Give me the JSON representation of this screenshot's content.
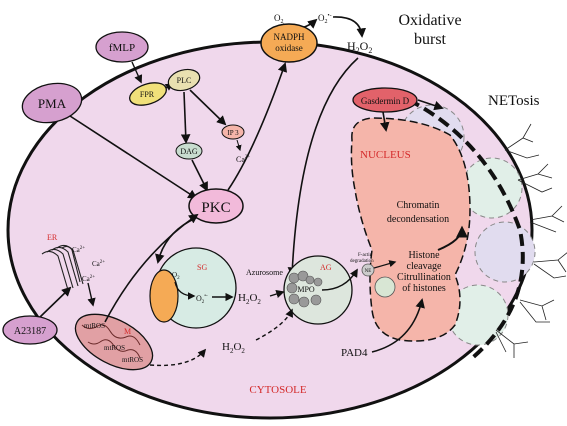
{
  "labels": {
    "o2_top": "O",
    "o2_top_sub": "2",
    "o2_rad": "O",
    "o2_rad_sub": "2",
    "o2_rad_sup": "•-",
    "nadph_line1": "NADPH",
    "nadph_line2": "oxidase",
    "h2o2_top": "H",
    "h2o2_top_sub1": "2",
    "h2o2_top_o": "O",
    "h2o2_top_sub2": "2",
    "oxidative_line1": "Oxidative",
    "oxidative_line2": "burst",
    "netosis": "NETosis",
    "fmlp": "fMLP",
    "fpr": "FPR",
    "plc": "PLC",
    "ip3": "IP 3",
    "ca_ip3": "Ca",
    "ca_ip3_sup": "2+",
    "dag": "DAG",
    "pma": "PMA",
    "pkc": "PKC",
    "gasdermin": "Gasdermin D",
    "nucleus": "NUCLEUS",
    "er": "ER",
    "ca_er1": "Ca",
    "ca_er2": "Ca",
    "ca_er3": "Ca",
    "ca_sup": "2+",
    "a23187": "A23187",
    "sg": "SG",
    "o2_sg": "O",
    "o2_sg_sub": "2",
    "o2r_sg": "O",
    "o2r_sg_sub": "2",
    "o2r_sg_sup": "•-",
    "h2o2_sg": "H",
    "h2o2_sg_s1": "2",
    "h2o2_sg_o": "O",
    "h2o2_sg_s2": "2",
    "azurosome": "Azurosome",
    "ag": "AG",
    "mpo": "MPO",
    "factin_line1": "F-actin",
    "factin_line2": "degradation",
    "ne": "NE",
    "chromatin_line1": "Chromatin",
    "chromatin_line2": "decondensation",
    "histone_line1": "Histone",
    "histone_line2": "cleavage",
    "citrul_line1": "Citrullination",
    "citrul_line2": "of histones",
    "pad4": "PAD4",
    "mtros1": "mtROS",
    "mtros2": "mtROS",
    "mtros3": "mtROS",
    "m": "M",
    "h2o2_mt": "H",
    "h2o2_mt_s1": "2",
    "h2o2_mt_o": "O",
    "h2o2_mt_s2": "2",
    "cytosole": "CYTOSOLE"
  },
  "colors": {
    "cell_fill": "#f0d8ec",
    "nucleus_fill": "#f5b5aa",
    "nadph_fill": "#f5aa55",
    "fmlp_fill": "#d6a0cf",
    "fpr_fill": "#f0e07a",
    "plc_fill": "#e9e0b0",
    "pkc_fill": "#f2bada",
    "gasdermin_fill": "#e2626a",
    "sg_fill": "#d7ebe4",
    "ag_fill": "#dde6dd",
    "mito_fill": "#e1a0a4",
    "accent_red": "#d42a2a"
  }
}
